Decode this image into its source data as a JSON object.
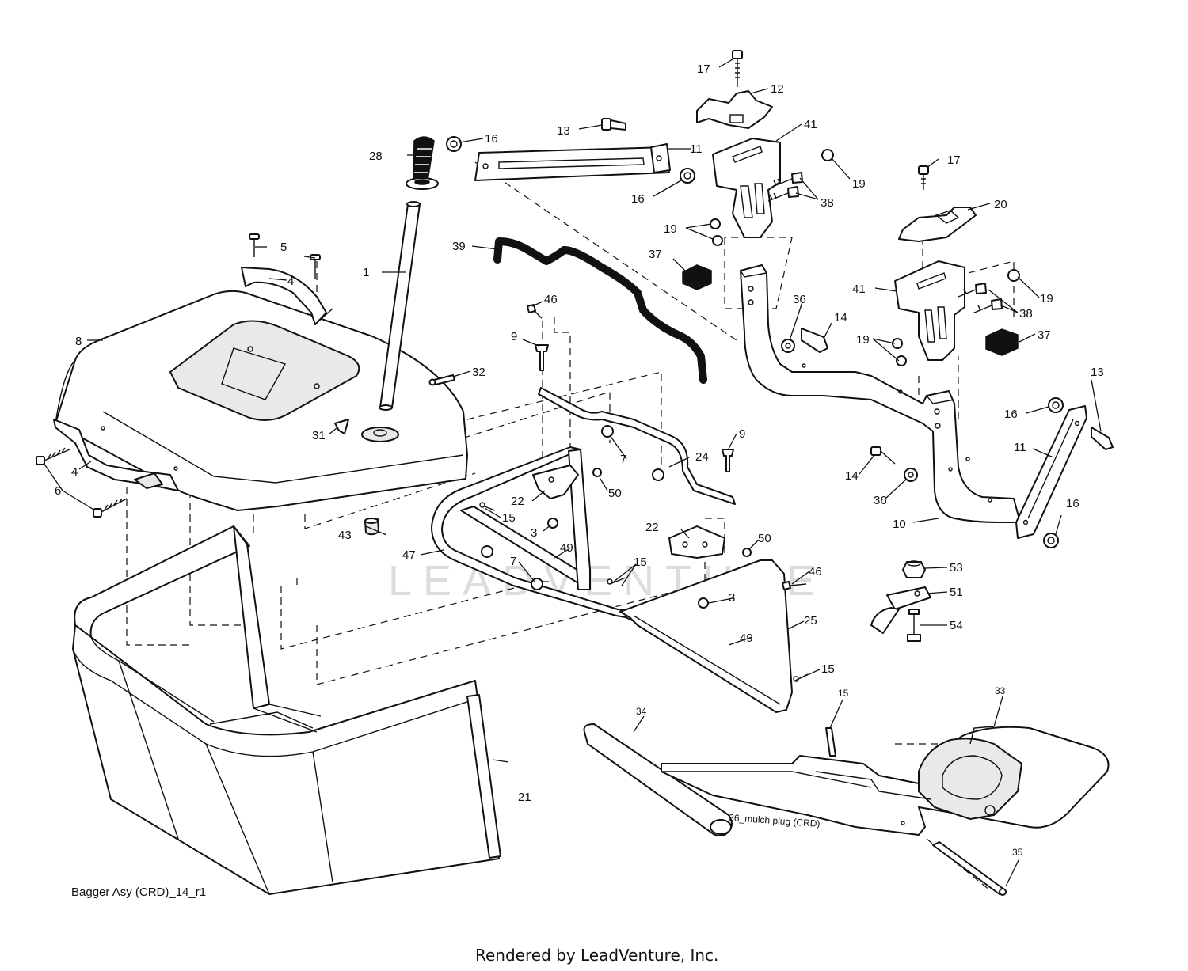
{
  "diagram_id": "Bagger Asy (CRD)_14_r1",
  "footer": "Rendered by LeadVenture, Inc.",
  "watermark": "LEADVENTURE",
  "note_label": "36_mulch plug (CRD)",
  "callouts": {
    "c1": "1",
    "c3a": "3",
    "c3b": "3",
    "c4a": "4",
    "c4b": "4",
    "c5": "5",
    "c6": "6",
    "c7a": "7",
    "c7b": "7",
    "c8": "8",
    "c9a": "9",
    "c9b": "9",
    "c10": "10",
    "c11a": "11",
    "c11b": "11",
    "c12": "12",
    "c13a": "13",
    "c13b": "13",
    "c14a": "14",
    "c14b": "14",
    "c15a": "15",
    "c15b": "15",
    "c15c": "15",
    "c15d": "15",
    "c16a": "16",
    "c16b": "16",
    "c16c": "16",
    "c16d": "16",
    "c17a": "17",
    "c17b": "17",
    "c19a": "19",
    "c19b": "19",
    "c19c": "19",
    "c19d": "19",
    "c20": "20",
    "c21": "21",
    "c22a": "22",
    "c22b": "22",
    "c24": "24",
    "c25": "25",
    "c28": "28",
    "c31": "31",
    "c32": "32",
    "c33": "33",
    "c34": "34",
    "c35": "35",
    "c36a": "36",
    "c36b": "36",
    "c37a": "37",
    "c37b": "37",
    "c38a": "38",
    "c38b": "38",
    "c39": "39",
    "c41a": "41",
    "c41b": "41",
    "c43": "43",
    "c46a": "46",
    "c46b": "46",
    "c47": "47",
    "c49a": "49",
    "c49b": "49",
    "c50a": "50",
    "c50b": "50",
    "c51": "51",
    "c53": "53",
    "c54": "54"
  }
}
